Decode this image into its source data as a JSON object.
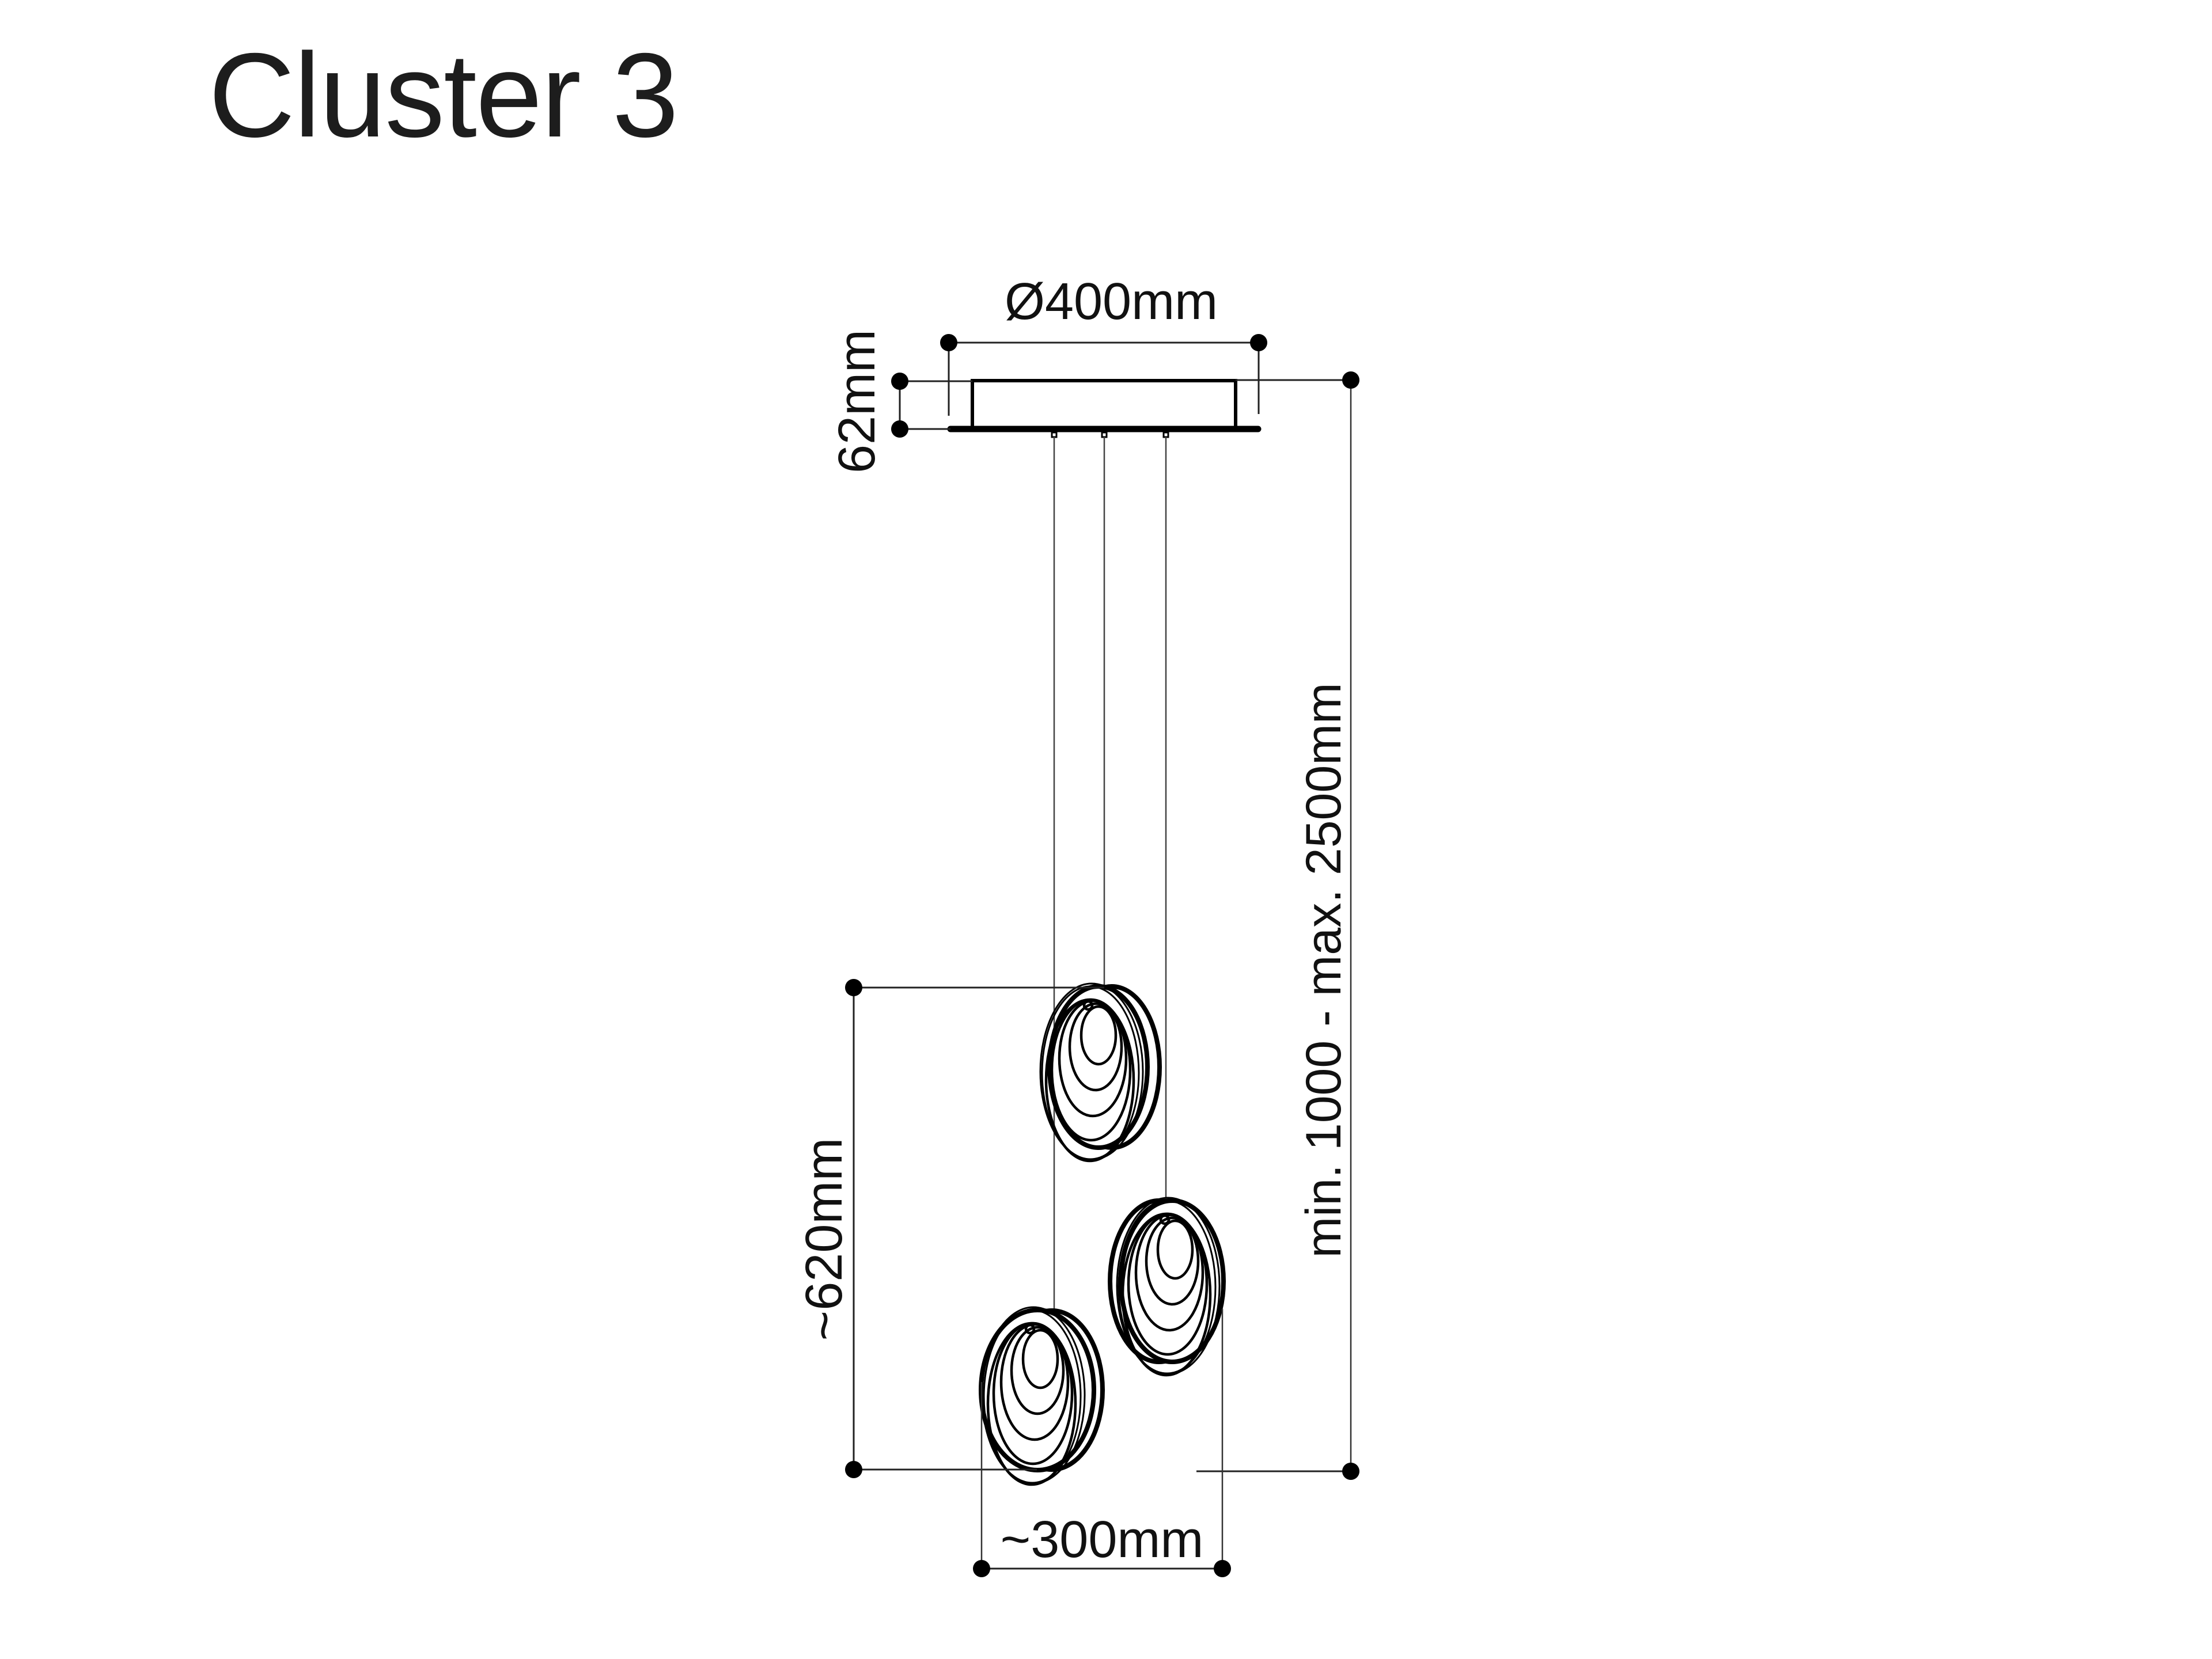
{
  "title": "Cluster 3",
  "dimensions": {
    "canopy_diameter": "Ø400mm",
    "canopy_height": "62mm",
    "drop_length": "min. 1000 - max. 2500mm",
    "cluster_height": "~620mm",
    "cluster_width": "~300mm"
  },
  "product": {
    "pendant_count": 3,
    "canopy_shape": "round",
    "shade_style": "ribbed oval glass"
  },
  "colors": {
    "line": "#000000",
    "text": "#1d1d1d",
    "background": "#ffffff"
  }
}
